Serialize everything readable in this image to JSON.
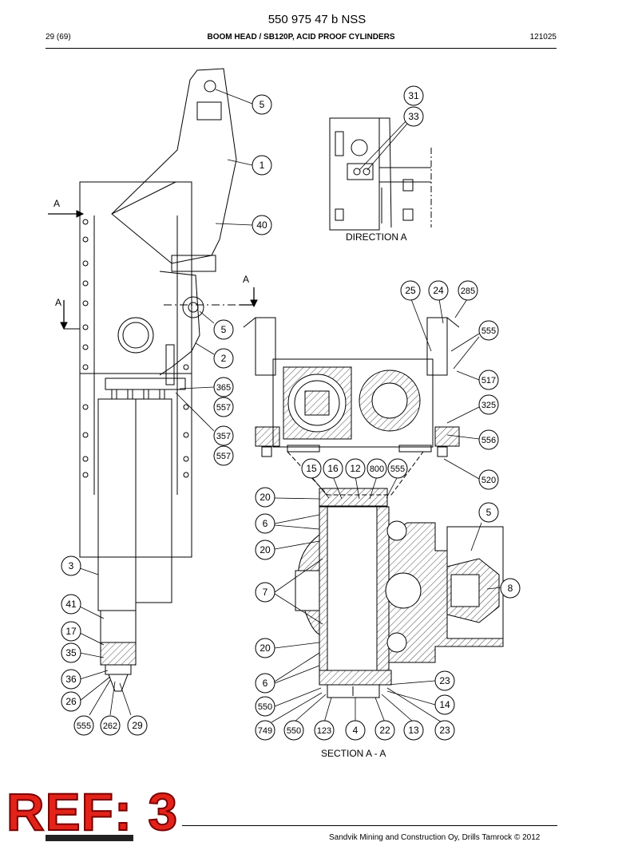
{
  "header": {
    "doc_number": "550 975 47 b NSS",
    "page": "29 (69)",
    "title": "BOOM HEAD / SB120P, ACID PROOF CYLINDERS",
    "date_code": "121025"
  },
  "captions": {
    "direction": "DIRECTION A",
    "section": "SECTION A - A",
    "a_top": "A",
    "a_left": "A",
    "a_left2": "A"
  },
  "balloons": {
    "b5a": "5",
    "b1": "1",
    "b40": "40",
    "b5b": "5",
    "b2": "2",
    "b365": "365",
    "b557a": "557",
    "b357": "357",
    "b557b": "557",
    "b3": "3",
    "b41": "41",
    "b17": "17",
    "b35": "35",
    "b36": "36",
    "b26": "26",
    "b555a": "555",
    "b262": "262",
    "b29": "29",
    "b31": "31",
    "b33": "33",
    "b25": "25",
    "b24": "24",
    "b285": "285",
    "b555b": "555",
    "b517": "517",
    "b325": "325",
    "b556": "556",
    "b520": "520",
    "b15": "15",
    "b16": "16",
    "b12": "12",
    "b800": "800",
    "b555c": "555",
    "b20a": "20",
    "b6a": "6",
    "b20b": "20",
    "b7": "7",
    "b5c": "5",
    "b8": "8",
    "b20c": "20",
    "b6b": "6",
    "b23a": "23",
    "b550a": "550",
    "b14": "14",
    "b749": "749",
    "b550b": "550",
    "b123": "123",
    "b4": "4",
    "b22": "22",
    "b13": "13",
    "b23b": "23"
  },
  "stamp": {
    "ref": "REF: 3"
  },
  "footer": {
    "copyright": "Sandvik Mining and Construction Oy, Drills Tamrock © 2012"
  }
}
